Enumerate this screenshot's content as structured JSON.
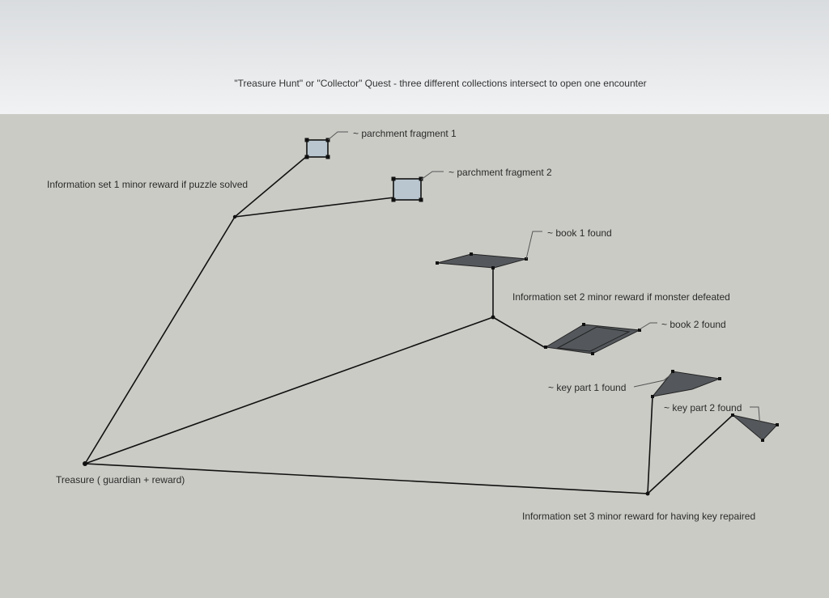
{
  "title": "\"Treasure Hunt\" or \"Collector\" Quest - three different collections intersect to open one encounter",
  "colors": {
    "sky_top": "#dcdfe2",
    "sky_bottom": "#eef0f1",
    "ground": "#cbcbc6",
    "line": "#111111",
    "parchment": "#b9c6cf",
    "book_and_key": "#54585c"
  },
  "treasure": {
    "label": "Treasure ( guardian + reward)"
  },
  "information_sets": [
    {
      "label": "Information set 1 minor reward if puzzle solved",
      "items": [
        {
          "label": "~ parchment fragment 1",
          "shape": "parchment"
        },
        {
          "label": "~ parchment fragment 2",
          "shape": "parchment"
        }
      ]
    },
    {
      "label": "Information set 2 minor reward if monster defeated",
      "items": [
        {
          "label": "~ book 1 found",
          "shape": "book"
        },
        {
          "label": "~ book 2 found",
          "shape": "book"
        }
      ]
    },
    {
      "label": "Information set 3 minor reward for having key repaired",
      "items": [
        {
          "label": "~ key part 1 found",
          "shape": "key-part"
        },
        {
          "label": "~ key part 2 found",
          "shape": "key-part"
        }
      ]
    }
  ]
}
